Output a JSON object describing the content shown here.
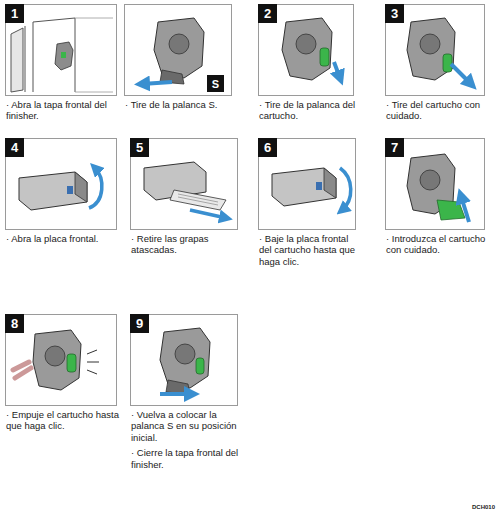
{
  "diagram": {
    "nodes": [
      {
        "text": [
          "· Abra la tapa frontal del finisher."
        ]
      },
      {
        "text": [
          "1"
        ],
        "in": 0
      },
      {
        "text": [
          "· Tire de la palanca S."
        ]
      },
      {
        "text": [
          "S"
        ],
        "in": 2
      },
      {
        "text": [
          "· Tire de la palanca del cartucho."
        ]
      },
      {
        "text": [
          "2"
        ],
        "in": 4
      },
      {
        "text": [
          "· Tire del cartucho con cuidado."
        ]
      },
      {
        "text": [
          "3"
        ],
        "in": 6
      },
      {
        "text": [
          "· Abra la placa frontal."
        ]
      },
      {
        "text": [
          "4"
        ],
        "in": 8
      },
      {
        "text": [
          "· Retire las grapas atascadas."
        ]
      },
      {
        "text": [
          "5"
        ],
        "in": 10
      },
      {
        "text": [
          "· Baje la placa frontal del cartucho hasta que haga clic."
        ]
      },
      {
        "text": [
          "6"
        ],
        "in": 12
      },
      {
        "text": [
          "· Introduzca el cartucho con cuidado."
        ]
      },
      {
        "text": [
          "7"
        ],
        "in": 14
      },
      {
        "text": [
          "· Empuje el cartucho hasta que haga clic."
        ]
      },
      {
        "text": [
          "8"
        ],
        "in": 16
      },
      {
        "text": [
          "· Vuelva a colocar la palanca S en su posición inicial.",
          "· Cierre la tapa frontal del finisher."
        ]
      },
      {
        "text": [
          "9"
        ],
        "in": 18
      }
    ],
    "labels": [
      "DCH010"
    ]
  }
}
